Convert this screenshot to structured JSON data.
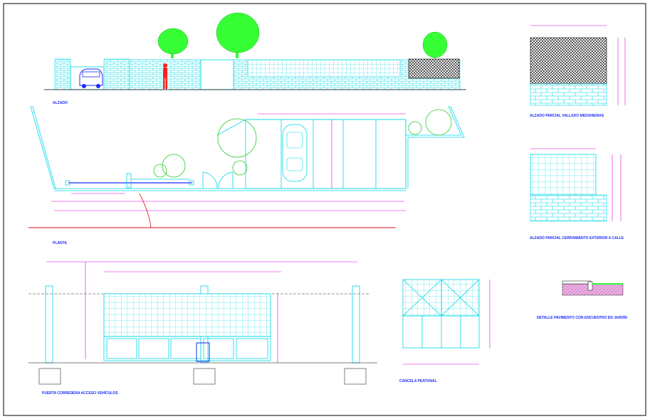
{
  "sheet": {
    "drawing_titles": {
      "elevation": "ALZADO",
      "plan": "PLANTA",
      "partial_elevation_neighbor_fence": "ALZADO PARCIAL VALLADO MEDIANERAS",
      "partial_elevation_street_fence": "ALZADO PARCIAL CERRAMIENTO EXTERIOR A CALLE",
      "sliding_gate": "PUERTA CORREDERA ACCESO VEHÍCULOS",
      "pedestrian_gate": "CANCELA PEATONAL",
      "paving_detail": "DETALLE PAVIMENTO CON ENCUENTRO  EN JARDÍN"
    }
  },
  "colors": {
    "background": "#ffffff",
    "lines": "#00d8e6",
    "dimensions": "#e000e0",
    "vegetation": "#36ff36",
    "titles": "#1a2bff",
    "annotations": "#000000",
    "property_line": "#d40000"
  },
  "icons": {
    "tree": "tree-icon",
    "car": "car-icon",
    "person": "person-icon"
  }
}
